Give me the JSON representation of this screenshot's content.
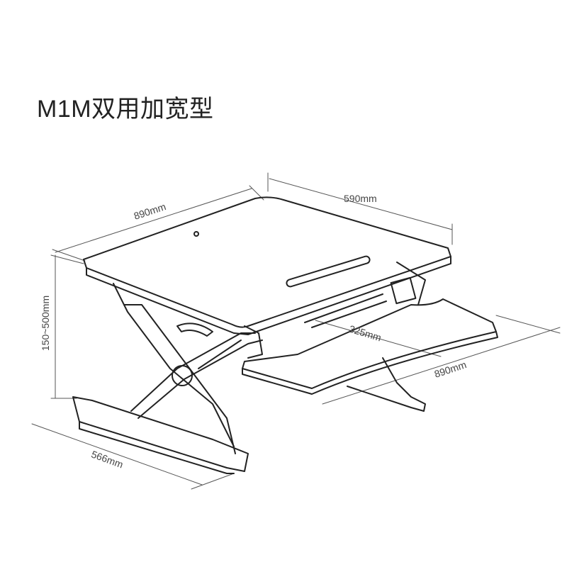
{
  "title": "M1M双用加宽型",
  "dimensions": {
    "top_width": "890mm",
    "top_depth": "590mm",
    "height_range": "150~500mm",
    "keyboard_depth": "325mm",
    "keyboard_width": "890mm",
    "base_depth": "566mm"
  }
}
